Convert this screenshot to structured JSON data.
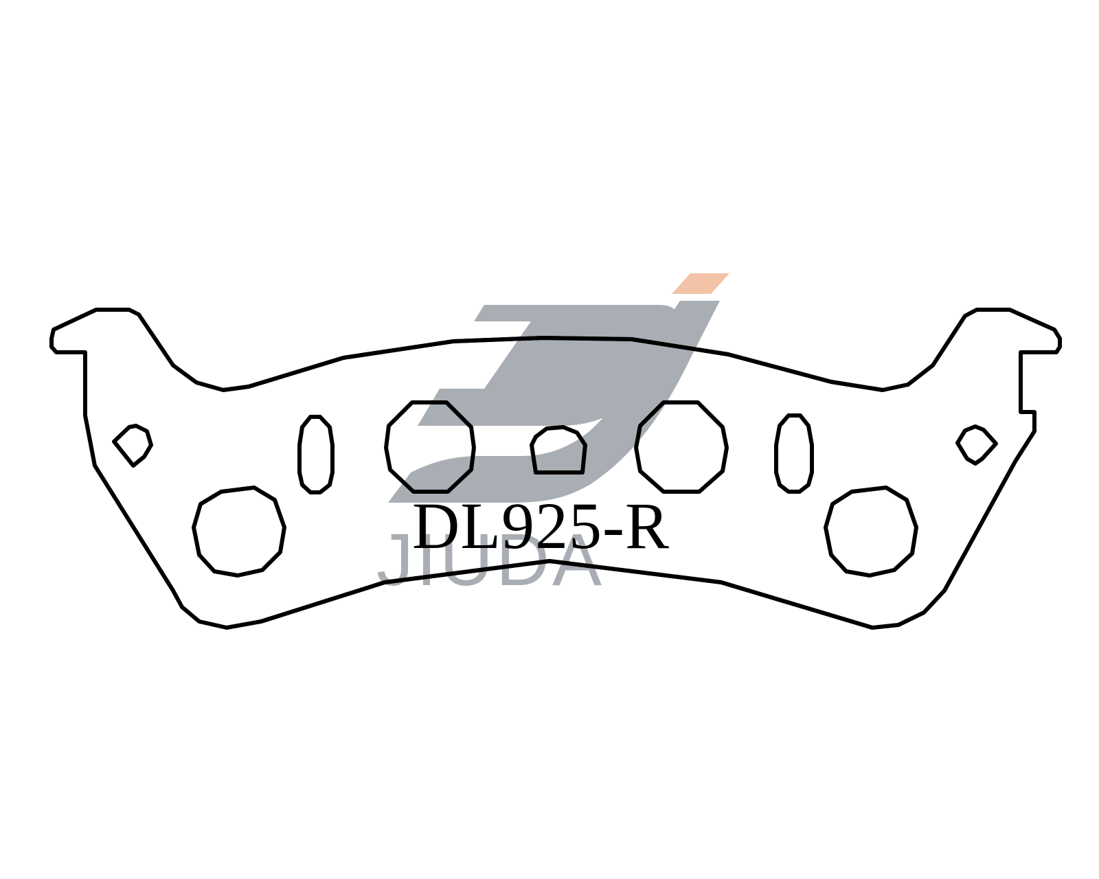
{
  "diagram": {
    "part_number": "DL925-R",
    "outline_color": "#000000",
    "background_color": "#ffffff"
  },
  "watermark": {
    "brand_text": "JIUDA",
    "logo_letters": "DJ",
    "colors": {
      "gray": "#a9aeb4",
      "accent": "#f2c3a6"
    }
  }
}
